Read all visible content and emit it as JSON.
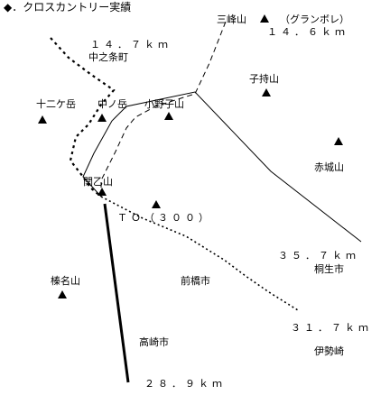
{
  "title": "◆．クロスカントリー実績",
  "routes": {
    "r1": "１４．７ｋｍ",
    "r1_place": "中之条町",
    "r2_place": "三峰山",
    "r2_note": "（グランボレ）",
    "r2": "１４．６ｋｍ",
    "r3": "３５．７ｋｍ",
    "r3_place": "桐生市",
    "r4": "３１．７ｋｍ",
    "r4_place": "伊勢崎",
    "r5": "２８．９ｋｍ"
  },
  "peaks": {
    "jyuniga": "十二ケ岳",
    "nakanotake": "中ノ岳",
    "onoko": "小野子山",
    "komochi": "子持山",
    "akagi": "赤城山",
    "kanjin": "関乙山",
    "haruna": "榛名山"
  },
  "places": {
    "maebashi": "前橋市",
    "takasaki": "高崎市"
  },
  "takeoff": "ＴＯ（３００）"
}
